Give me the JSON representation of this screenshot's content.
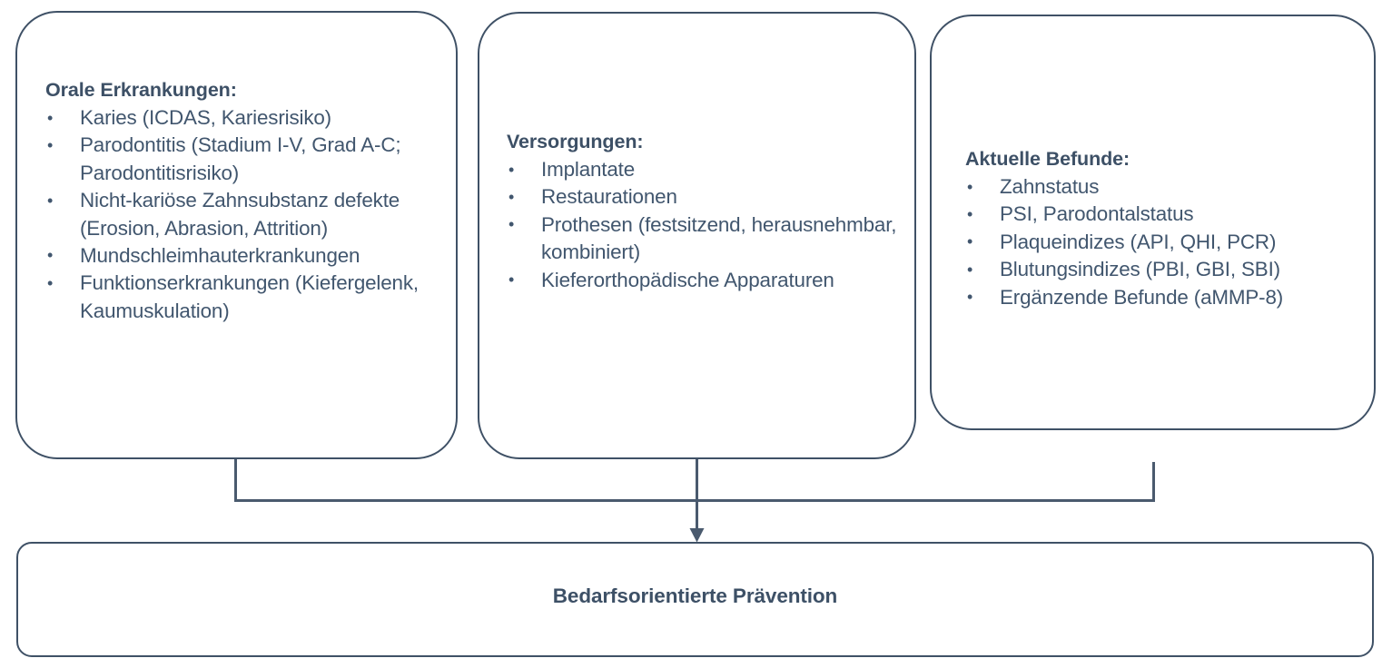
{
  "diagram": {
    "title_text": "Bedarfsorientierte Prävention",
    "stroke_color": "#3f5166",
    "connector_color": "#4a5a6e",
    "text_color": "#41566e",
    "heading_color": "#3d5066",
    "background": "#ffffff"
  },
  "boxes": [
    {
      "id": "oral-diseases",
      "heading": "Orale Erkrankungen:",
      "items": [
        "Karies (ICDAS, Kariesrisiko)",
        "Parodontitis (Stadium I-V, Grad A-C; Parodontitisrisiko)",
        "Nicht-kariöse Zahnsubstanz defekte (Erosion, Abrasion, Attrition)",
        "Mundschleimhauterkrankungen",
        "Funktionserkrankungen (Kiefergelenk, Kaumuskulation)"
      ]
    },
    {
      "id": "restorations",
      "heading": "Versorgungen:",
      "items": [
        "Implantate",
        "Restaurationen",
        "Prothesen (festsitzend, herausnehmbar, kombiniert)",
        "Kieferorthopädische Apparaturen"
      ]
    },
    {
      "id": "current-findings",
      "heading": "Aktuelle Befunde:",
      "items": [
        "Zahnstatus",
        "PSI, Parodontalstatus",
        "Plaqueindizes (API, QHI, PCR)",
        "Blutungsindizes (PBI, GBI, SBI)",
        "Ergänzende Befunde (aMMP-8)"
      ]
    }
  ],
  "result": {
    "label": "Bedarfsorientierte Prävention"
  }
}
